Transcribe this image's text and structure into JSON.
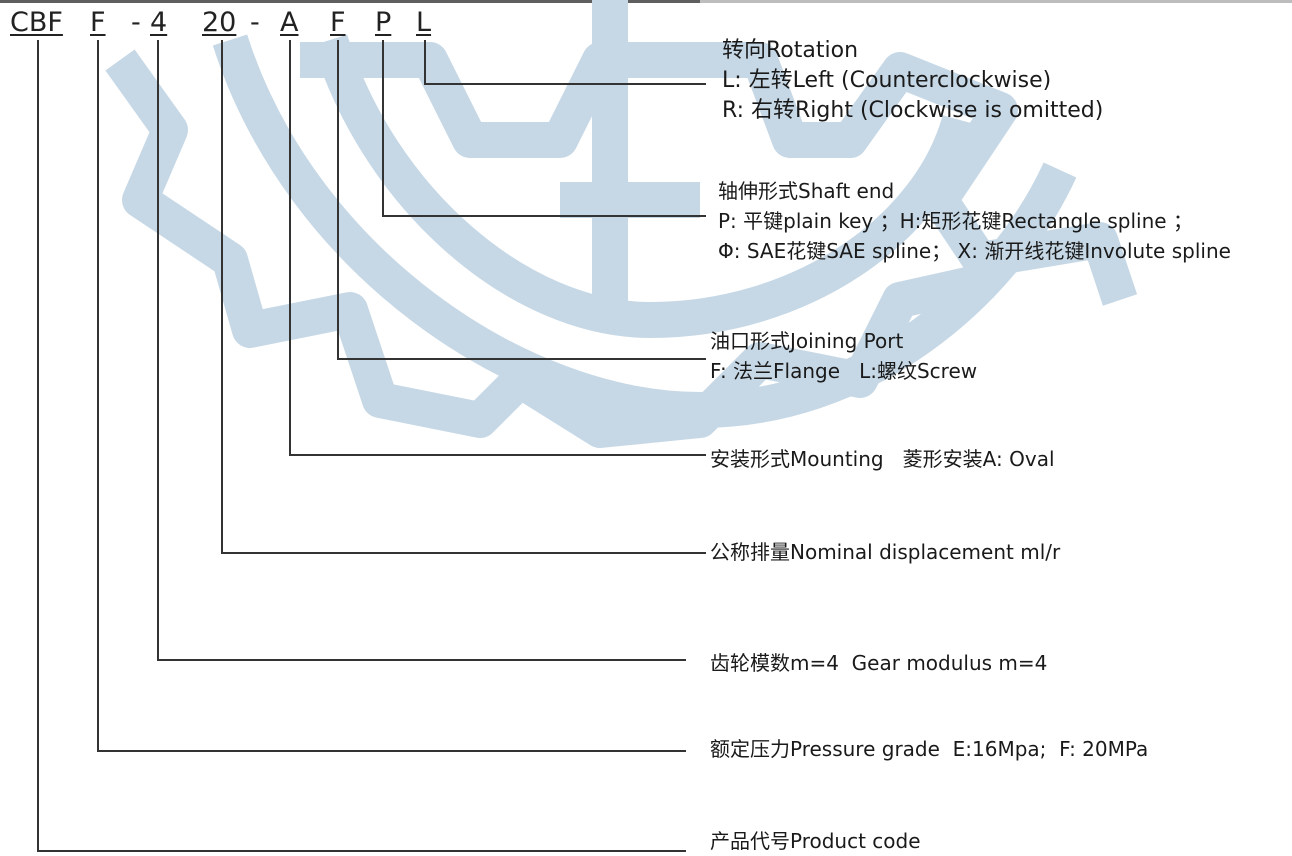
{
  "code": {
    "cbf": "CBF",
    "f": "F",
    "dash1": "-",
    "four": "4",
    "twenty": "20",
    "dash2": "-",
    "a": "A",
    "f2": "F",
    "p": "P",
    "l": "L"
  },
  "rotation": {
    "title": "转向Rotation",
    "left": "L: 左转Left (Counterclockwise)",
    "right": "R: 右转Right (Clockwise is omitted)"
  },
  "shaft": {
    "title": "轴伸形式Shaft end",
    "line1": "P: 平键plain key ；H:矩形花键Rectangle spline ；",
    "line2": "Φ: SAE花键SAE spline； X: 渐开线花键Involute spline"
  },
  "port": {
    "title": "油口形式Joining Port",
    "line1": "F: 法兰Flange   L:螺纹Screw"
  },
  "mounting": {
    "title": "安装形式Mounting   菱形安装A: Oval"
  },
  "displacement": {
    "title": "公称排量Nominal displacement ml/r"
  },
  "gear": {
    "title": "齿轮模数m=4  Gear modulus m=4"
  },
  "pressure": {
    "title": "额定压力Pressure grade  E:16Mpa;  F: 20MPa"
  },
  "product": {
    "title": "产品代号Product code"
  },
  "colors": {
    "watermark": "#c6d8e6",
    "line": "#333333",
    "text": "#1a1a1a"
  }
}
